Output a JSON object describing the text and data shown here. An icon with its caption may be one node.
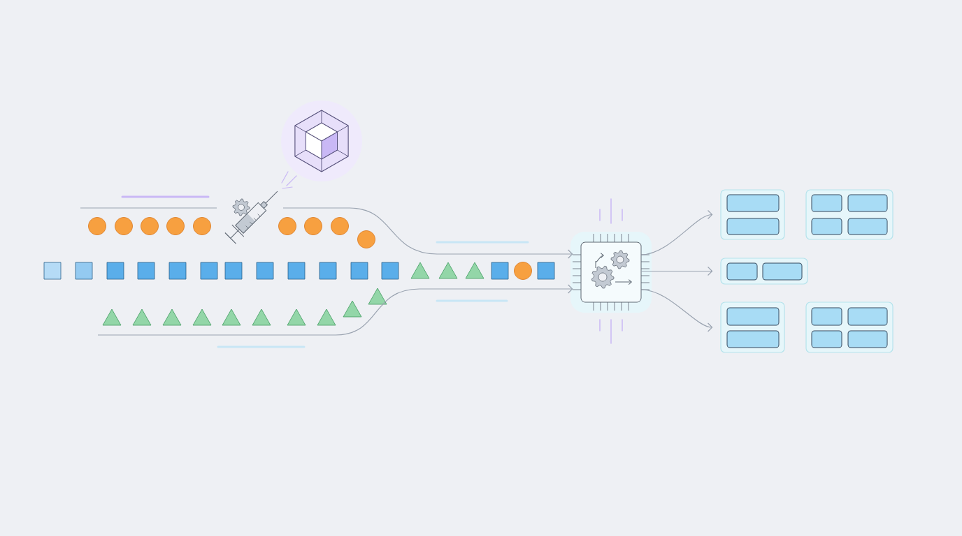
{
  "diagram": {
    "nodes": [
      {
        "text": [],
        "shape": "box"
      },
      {
        "text": [],
        "shape": "box"
      },
      {
        "text": [],
        "shape": "box"
      },
      {
        "text": [],
        "shape": "box"
      },
      {
        "text": [],
        "shape": "box"
      },
      {
        "text": [],
        "shape": "box"
      }
    ],
    "edges": [
      {
        "from": null,
        "to": 0,
        "arrow": "to"
      },
      {
        "from": null,
        "to": 0,
        "arrow": "to"
      },
      {
        "from": 0,
        "to": 1,
        "arrow": "to"
      },
      {
        "from": 0,
        "to": 3,
        "arrow": "to"
      },
      {
        "from": 0,
        "to": 4,
        "arrow": "to"
      }
    ]
  }
}
